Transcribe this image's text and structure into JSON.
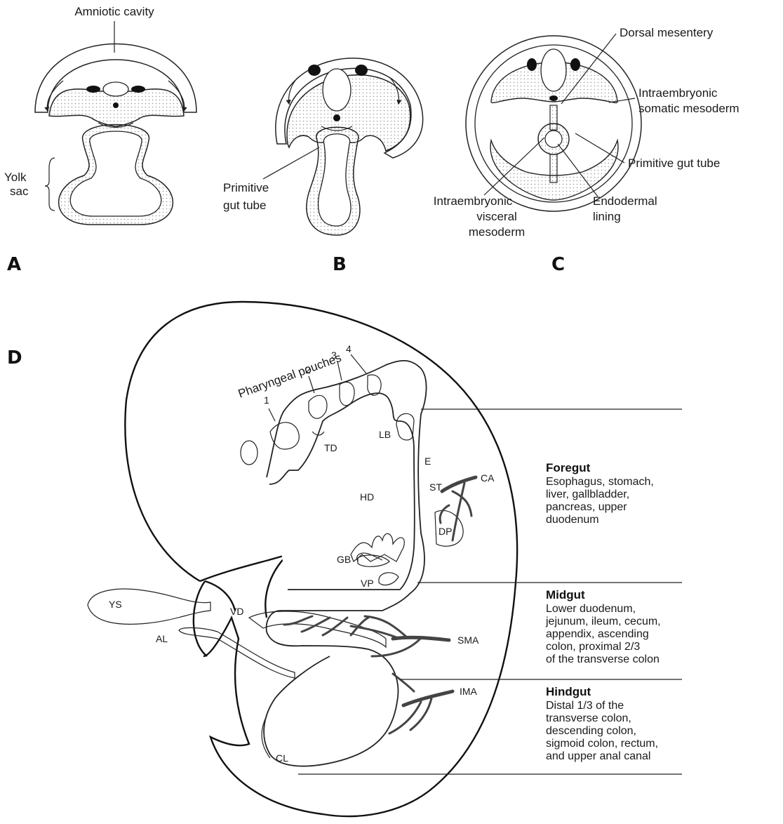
{
  "panels": {
    "a": "A",
    "b": "B",
    "c": "C",
    "d": "D"
  },
  "labels_a": {
    "amniotic_cavity": "Amniotic cavity",
    "yolk": "Yolk",
    "sac": "sac"
  },
  "labels_b": {
    "primitive": "Primitive",
    "gut_tube": "gut tube"
  },
  "labels_c": {
    "dorsal_mesentery": "Dorsal mesentery",
    "intraembryonic_1": "Intraembryonic",
    "somatic_mesoderm": "somatic mesoderm",
    "primitive_gut_tube": "Primitive gut tube",
    "intraembryonic_2": "Intraembryonic",
    "visceral": "visceral",
    "mesoderm": "mesoderm",
    "endodermal": "Endodermal",
    "lining": "lining"
  },
  "labels_d": {
    "pharyngeal_pouches": "Pharyngeal pouches",
    "pouch_1": "1",
    "pouch_2": "2",
    "pouch_3": "3",
    "pouch_4": "4",
    "td": "TD",
    "lb": "LB",
    "e": "E",
    "st": "ST",
    "ca": "CA",
    "hd": "HD",
    "gb": "GB",
    "dp": "DP",
    "vp": "VP",
    "ys": "YS",
    "vd": "VD",
    "al": "AL",
    "sma": "SMA",
    "ima": "IMA",
    "cl": "CL"
  },
  "regions": {
    "foregut": {
      "title": "Foregut",
      "lines": [
        "Esophagus, stomach,",
        "liver, gallbladder,",
        "pancreas, upper",
        "duodenum"
      ]
    },
    "midgut": {
      "title": "Midgut",
      "lines": [
        "Lower duodenum,",
        "jejunum, ileum, cecum,",
        "appendix, ascending",
        "colon, proximal 2/3",
        "of the transverse colon"
      ]
    },
    "hindgut": {
      "title": "Hindgut",
      "lines": [
        "Distal 1/3 of the",
        "transverse colon,",
        "descending colon,",
        "sigmoid colon, rectum,",
        "and upper anal canal"
      ]
    }
  },
  "colors": {
    "stroke": "#222222",
    "vessel": "#444444",
    "dots": "#999999",
    "background": "#ffffff"
  }
}
